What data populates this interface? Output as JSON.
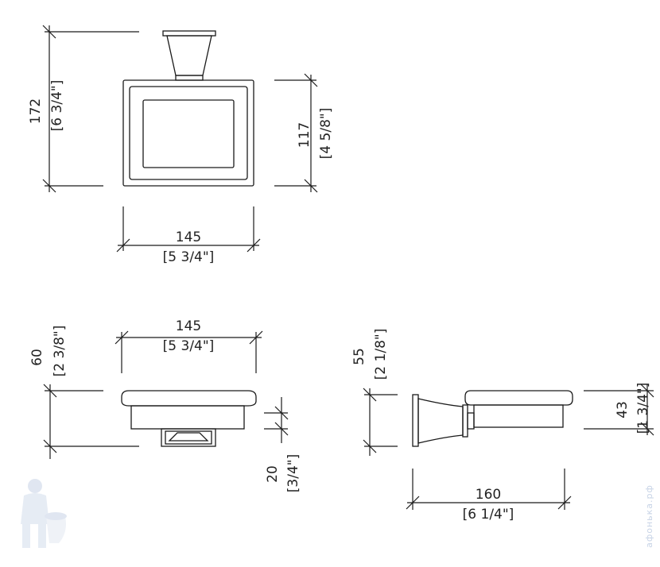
{
  "top_view": {
    "height_mm": "172",
    "height_in": "[6 3/4\"]",
    "depth_mm": "117",
    "depth_in": "[4 5/8\"]",
    "width_mm": "145",
    "width_in": "[5 3/4\"]"
  },
  "front_view": {
    "width_mm": "145",
    "width_in": "[5 3/4\"]",
    "height_mm": "60",
    "height_in": "[2 3/8\"]",
    "flange_mm": "20",
    "flange_in": "[3/4\"]"
  },
  "side_view": {
    "height_mm": "55",
    "height_in": "[2 1/8\"]",
    "dish_height_mm": "43",
    "dish_height_in": "[1 3/4\"]",
    "projection_mm": "160",
    "projection_in": "[6 1/4\"]"
  },
  "watermark": {
    "text": "афонька.рф",
    "mascot": "plumber-mascot-icon"
  },
  "colors": {
    "line": "#1a1a1a",
    "text": "#222222",
    "watermark": "#c7d3e6"
  }
}
